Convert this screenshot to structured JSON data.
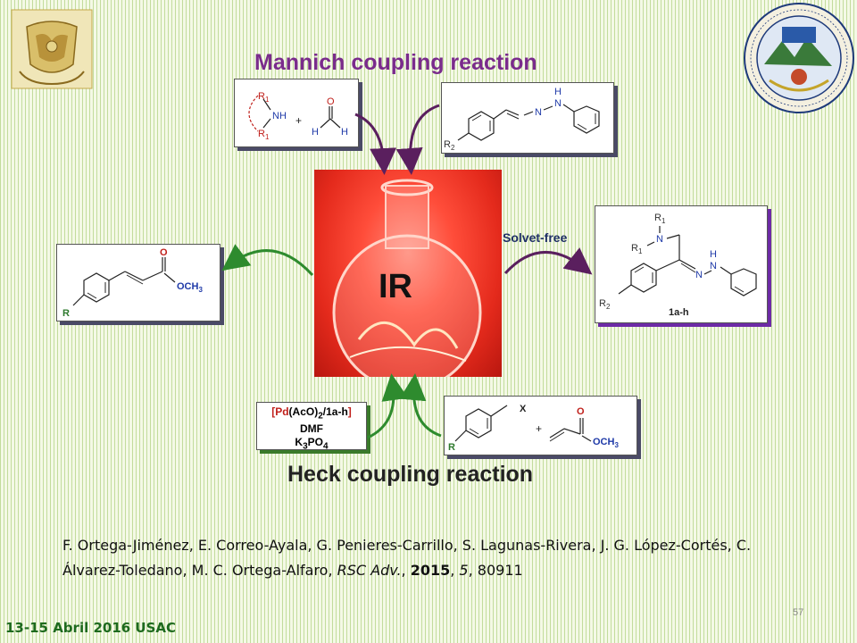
{
  "slide": {
    "mannich_title": "Mannich coupling reaction",
    "heck_title": "Heck coupling reaction",
    "solvent_label": "Solvet-free",
    "ir_label": "IR",
    "product_label": "1a-h",
    "page_number": "57",
    "footer": "13-15 Abril 2016 USAC"
  },
  "catalyst": {
    "open_bracket": "[",
    "pd": "Pd",
    "mid": "(AcO)",
    "sub2": "2",
    "ligand": "/1a-h",
    "close_bracket": "]",
    "solvent": "DMF",
    "base_k": "K",
    "base_sub3": "3",
    "base_po": "PO",
    "base_sub4": "4"
  },
  "labels": {
    "r1": "R",
    "sub1": "1",
    "r2": "R",
    "sub2": "2",
    "nh": "NH",
    "n": "N",
    "h": "H",
    "o": "O",
    "och": "OCH",
    "sub3": "3",
    "x": "X",
    "r": "R",
    "plus": "+"
  },
  "citation": {
    "authors": "F. Ortega-Jiménez, E. Correo-Ayala, G. Penieres-Carrillo, S. Lagunas-Rivera, J. G. López-Cortés, C. Álvarez-Toledano, M. C. Ortega-Alfaro,",
    "journal": "RSC Adv.",
    "sep1": ", ",
    "year": "2015",
    "sep2": ", ",
    "volume": "5",
    "pages": ", 80911"
  },
  "colors": {
    "mannich_purple": "#7a2b8c",
    "arrow_green": "#2e8b2e",
    "arrow_purple": "#5a1f5e",
    "text_red": "#c0201b",
    "footer_green": "#1e6a1e"
  },
  "icons": [
    "unam-seal-icon",
    "usac-seal-icon",
    "glass-flask-icon"
  ]
}
